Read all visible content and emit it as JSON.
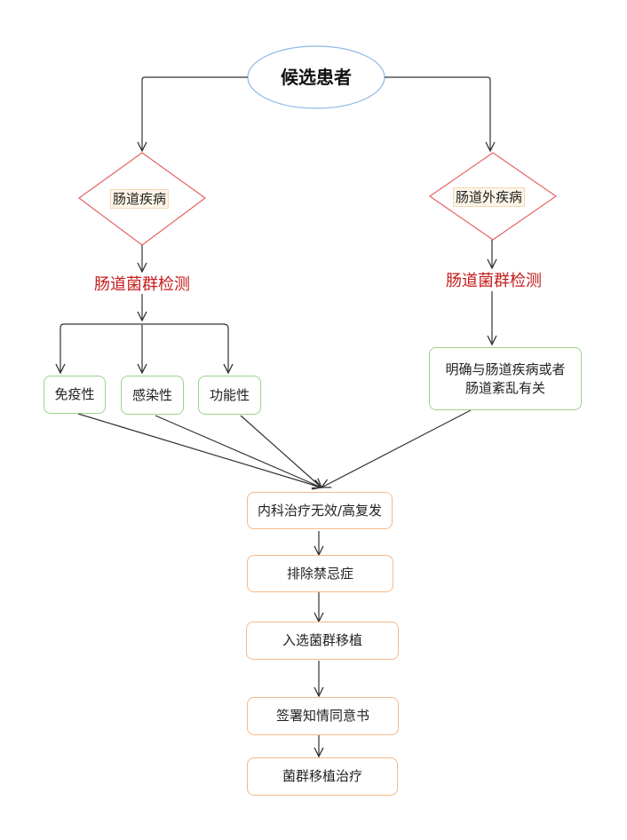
{
  "start": "候选患者",
  "left_branch": {
    "decision": "肠道疾病",
    "test": "肠道菌群检测",
    "categories": [
      "免疫性",
      "感染性",
      "功能性"
    ]
  },
  "right_branch": {
    "decision": "肠道外疾病",
    "test": "肠道菌群检测",
    "result": [
      "明确与肠道疾病或者",
      "肠道紊乱有关"
    ]
  },
  "steps": [
    "内科治疗无效/高复发",
    "排除禁忌症",
    "入选菌群移植",
    "签署知情同意书",
    "菌群移植治疗"
  ],
  "colors": {
    "ellipse_border": "#8fb6e6",
    "diamond_border": "#e66464",
    "green_border": "#9cd28a",
    "orange_border": "#f5b98a",
    "red_text": "#c61c1c",
    "line": "#333333"
  }
}
